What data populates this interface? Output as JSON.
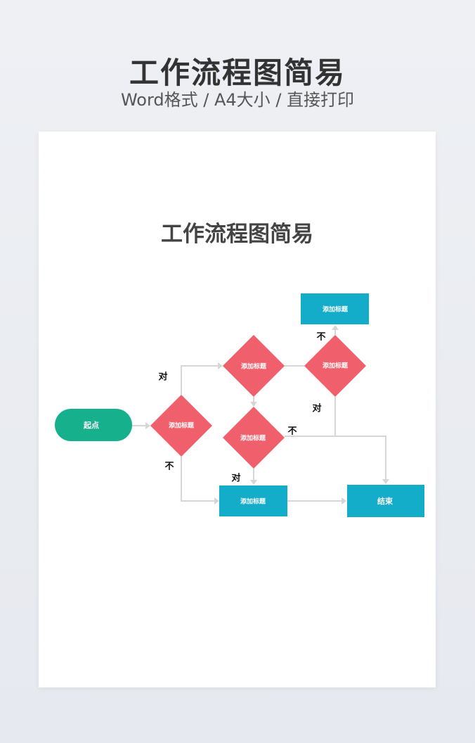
{
  "header": {
    "title": "工作流程图简易",
    "subtitle": "Word格式 / A4大小 / 直接打印"
  },
  "document": {
    "title": "工作流程图简易"
  },
  "flowchart": {
    "start": "起点",
    "decision_1": "添加标题",
    "decision_2": "添加标题",
    "decision_3": "添加标题",
    "decision_4": "添加标题",
    "box_top": "添加标题",
    "box_mid": "添加标题",
    "end": "结束",
    "labels": {
      "yes_1": "对",
      "no_1": "不",
      "no_3": "不",
      "yes_3": "对",
      "no_4": "不",
      "yes_4": "对"
    },
    "colors": {
      "start": "#17b08c",
      "decision": "#ef5f6c",
      "process": "#14adc9",
      "connector": "#d6d6d6"
    }
  }
}
